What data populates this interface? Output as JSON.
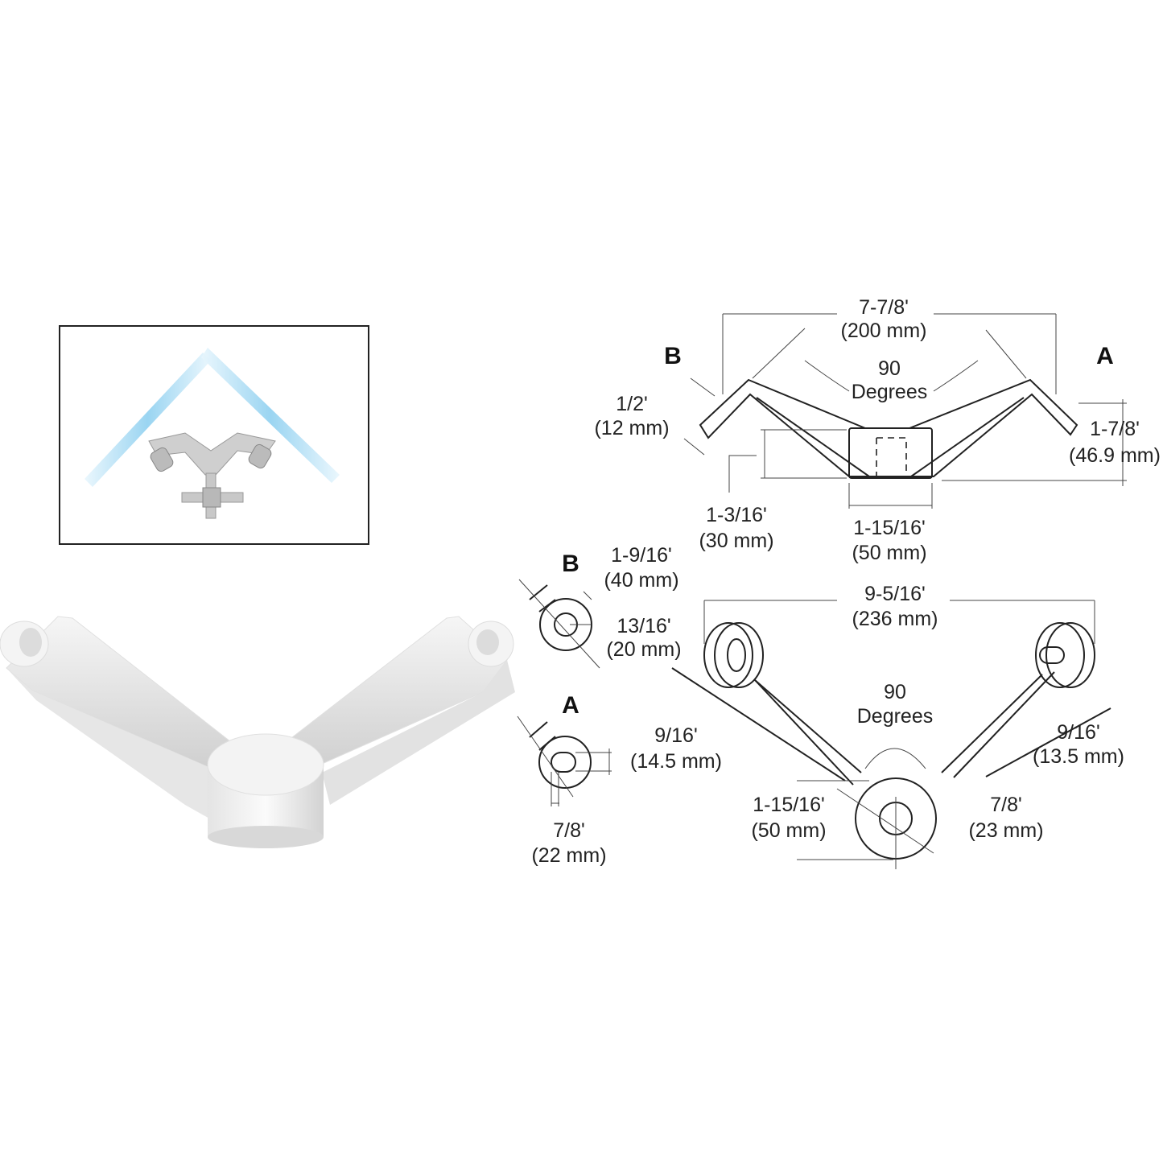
{
  "top_view": {
    "label_b": "B",
    "label_a": "A",
    "overall_width": "7-7/8'",
    "overall_width_mm": "(200 mm)",
    "angle": "90",
    "angle_unit": "Degrees",
    "arm_thickness": "1/2'",
    "arm_thickness_mm": "(12 mm)",
    "height_a": "1-7/8'",
    "height_a_mm": "(46.9 mm)",
    "hub_height": "1-3/16'",
    "hub_height_mm": "(30 mm)",
    "hub_diameter": "1-15/16'",
    "hub_diameter_mm": "(50 mm)"
  },
  "detail_b": {
    "label": "B",
    "outer": "1-9/16'",
    "outer_mm": "(40 mm)",
    "hole": "13/16'",
    "hole_mm": "(20 mm)"
  },
  "detail_a": {
    "label": "A",
    "slot_height": "9/16'",
    "slot_height_mm": "(14.5 mm)",
    "slot_width": "7/8'",
    "slot_width_mm": "(22 mm)"
  },
  "plan_view": {
    "overall_width": "9-5/16'",
    "overall_width_mm": "(236 mm)",
    "angle": "90",
    "angle_unit": "Degrees",
    "arm_width": "9/16'",
    "arm_width_mm": "(13.5 mm)",
    "hub_diameter": "1-15/16'",
    "hub_diameter_mm": "(50 mm)",
    "hub_hole": "7/8'",
    "hub_hole_mm": "(23 mm)"
  },
  "colors": {
    "glass": "#8fd0f0",
    "metal": "#d8d8d8",
    "line": "#222222"
  }
}
